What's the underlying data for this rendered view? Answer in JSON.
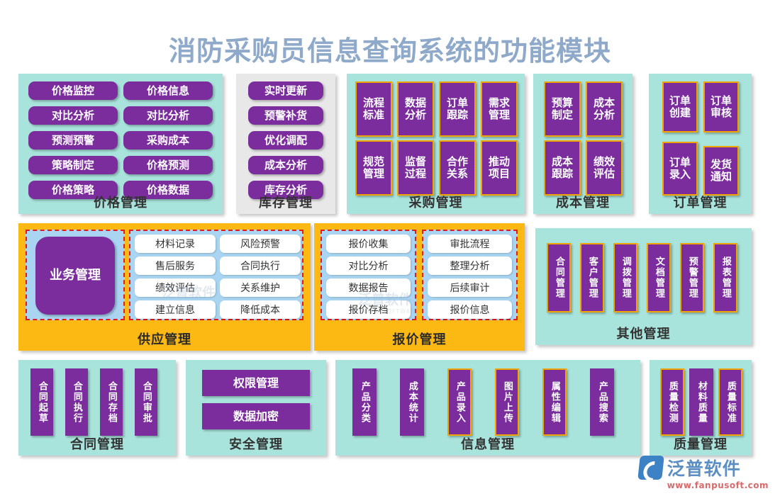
{
  "title": "消防采购员信息查询系统的功能模块",
  "colors": {
    "purple": "#7b2d9e",
    "teal": "#a9e4dc",
    "gray": "#e8e8e8",
    "orange": "#fdb913",
    "blue_panel": "#a9d5f2",
    "gold_border": "#f0a500",
    "dashed_border": "#e01b1b",
    "title_color": "#8ea9c9"
  },
  "groups": {
    "price": {
      "title": "价格管理",
      "items": [
        "价格监控",
        "价格信息",
        "对比分析",
        "对比分析",
        "预测预警",
        "采购成本",
        "策略制定",
        "价格预测",
        "价格策略",
        "价格数据"
      ]
    },
    "inventory": {
      "title": "库存管理",
      "items": [
        "实时更新",
        "预警补货",
        "优化调配",
        "成本分析",
        "库存分析"
      ]
    },
    "procurement": {
      "title": "采购管理",
      "items": [
        "流程标准",
        "数据分析",
        "订单跟踪",
        "需求管理",
        "规范管理",
        "监督过程",
        "合作关系",
        "推动项目"
      ]
    },
    "cost": {
      "title": "成本管理",
      "items": [
        "预算制定",
        "成本分析",
        "成本跟踪",
        "绩效评估"
      ]
    },
    "order": {
      "title": "订单管理",
      "items": [
        "订单创建",
        "订单审核",
        "订单录入",
        "发货通知"
      ]
    },
    "supply": {
      "title": "供应管理",
      "hub": "业务管理",
      "items": [
        "材料记录",
        "风险预警",
        "售后服务",
        "合同执行",
        "绩效评估",
        "关系维护",
        "建立信息",
        "降低成本"
      ]
    },
    "quote": {
      "title": "报价管理",
      "items": [
        "报价收集",
        "审批流程",
        "对比分析",
        "整理分析",
        "数据报告",
        "后续审计",
        "报价存档",
        "报价信息"
      ]
    },
    "other": {
      "title": "其他管理",
      "items": [
        "合同管理",
        "客户管理",
        "调拨管理",
        "文档管理",
        "预警管理",
        "报表管理"
      ]
    },
    "contract": {
      "title": "合同管理",
      "items": [
        "合同起草",
        "合同执行",
        "合同存档",
        "合同审批"
      ]
    },
    "security": {
      "title": "安全管理",
      "items": [
        "权限管理",
        "数据加密"
      ]
    },
    "information": {
      "title": "信息管理",
      "items": [
        "产品分类",
        "成本统计",
        "产品录入",
        "图片上传",
        "属性编辑",
        "产品搜索"
      ]
    },
    "quality": {
      "title": "质量管理",
      "items": [
        "质量检测",
        "材料质量",
        "质量标准"
      ]
    }
  },
  "watermark": {
    "text": "泛普软件",
    "sub": "FANPU SOFTWARE"
  },
  "logo": {
    "text": "泛普软件",
    "url": "www.fanpusoft.com"
  }
}
